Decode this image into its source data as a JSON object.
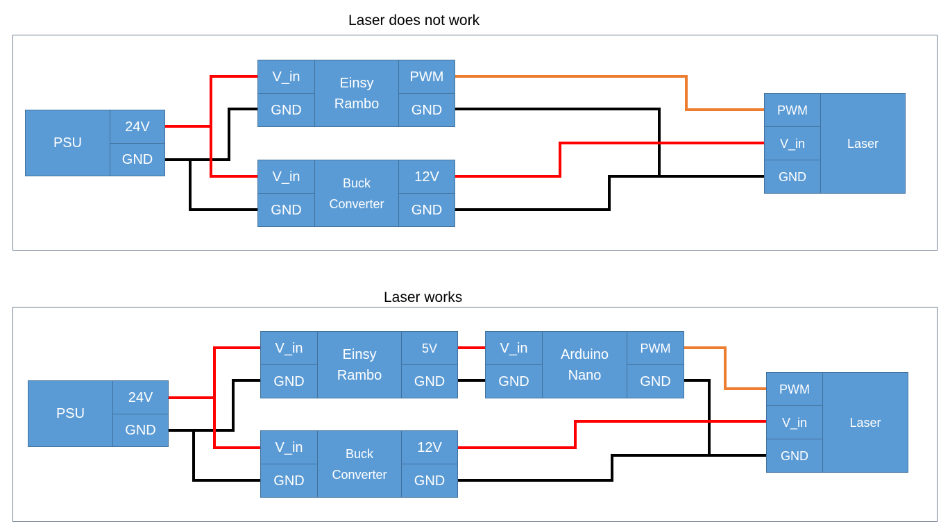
{
  "diagrams": [
    {
      "title": "Laser does not work",
      "psu": {
        "name": "PSU",
        "p24": "24V",
        "gnd": "GND"
      },
      "einsy": {
        "name": "Einsy\nRambo",
        "vin": "V_in",
        "gnd_in": "GND",
        "out": "PWM",
        "gnd_out": "GND"
      },
      "buck": {
        "name": "Buck\nConverter",
        "vin": "V_in",
        "gnd_in": "GND",
        "out": "12V",
        "gnd_out": "GND"
      },
      "laser": {
        "name": "Laser",
        "pwm": "PWM",
        "vin": "V_in",
        "gnd": "GND"
      }
    },
    {
      "title": "Laser works",
      "psu": {
        "name": "PSU",
        "p24": "24V",
        "gnd": "GND"
      },
      "einsy": {
        "name": "Einsy\nRambo",
        "vin": "V_in",
        "gnd_in": "GND",
        "out": "5V",
        "gnd_out": "GND"
      },
      "arduino": {
        "name": "Arduino\nNano",
        "vin": "V_in",
        "gnd_in": "GND",
        "out": "PWM",
        "gnd_out": "GND"
      },
      "buck": {
        "name": "Buck\nConverter",
        "vin": "V_in",
        "gnd_in": "GND",
        "out": "12V",
        "gnd_out": "GND"
      },
      "laser": {
        "name": "Laser",
        "pwm": "PWM",
        "vin": "V_in",
        "gnd": "GND"
      }
    }
  ],
  "colors": {
    "box_fill": "#5b9bd5",
    "box_border": "#41719c",
    "power_wire": "#ff0000",
    "ground_wire": "#000000",
    "pwm_wire": "#ed7d31",
    "frame_border": "#6b7a8f"
  }
}
